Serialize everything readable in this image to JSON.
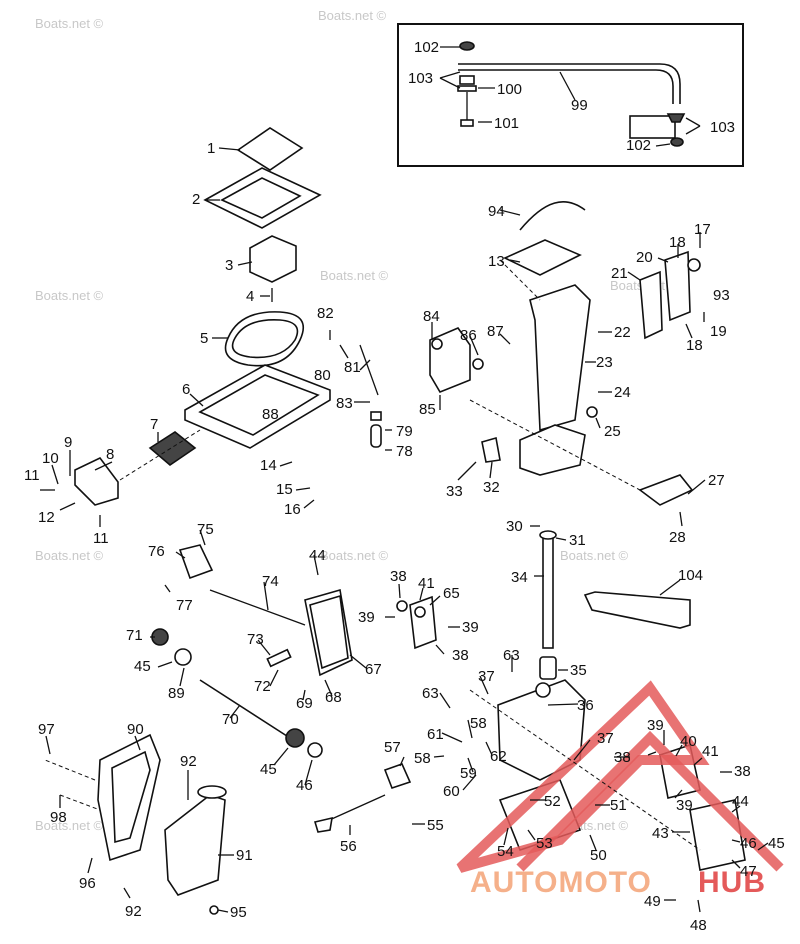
{
  "watermark": "Boats.net ©",
  "logo": {
    "part1": "AUTOMOTO",
    "part2": "HUB",
    "color_main": "#f5b08a",
    "color_accent": "#e45a5a"
  },
  "callouts": {
    "n1": "1",
    "n2": "2",
    "n3": "3",
    "n4": "4",
    "n5": "5",
    "n6": "6",
    "n7": "7",
    "n8": "8",
    "n9": "9",
    "n10": "10",
    "n11": "11",
    "n12": "12",
    "n13": "13",
    "n14": "14",
    "n15": "15",
    "n16": "16",
    "n17": "17",
    "n18": "18",
    "n19": "19",
    "n20": "20",
    "n21": "21",
    "n22": "22",
    "n23": "23",
    "n24": "24",
    "n25": "25",
    "n27": "27",
    "n28": "28",
    "n30": "30",
    "n31": "31",
    "n32": "32",
    "n33": "33",
    "n34": "34",
    "n35": "35",
    "n36": "36",
    "n37": "37",
    "n38": "38",
    "n39": "39",
    "n40": "40",
    "n41": "41",
    "n43": "43",
    "n44": "44",
    "n45": "45",
    "n46": "46",
    "n47": "47",
    "n48": "48",
    "n49": "49",
    "n50": "50",
    "n51": "51",
    "n52": "52",
    "n53": "53",
    "n54": "54",
    "n55": "55",
    "n56": "56",
    "n57": "57",
    "n58": "58",
    "n59": "59",
    "n60": "60",
    "n61": "61",
    "n62": "62",
    "n63": "63",
    "n65": "65",
    "n67": "67",
    "n68": "68",
    "n69": "69",
    "n70": "70",
    "n71": "71",
    "n72": "72",
    "n73": "73",
    "n74": "74",
    "n75": "75",
    "n76": "76",
    "n77": "77",
    "n78": "78",
    "n79": "79",
    "n80": "80",
    "n81": "81",
    "n82": "82",
    "n83": "83",
    "n84": "84",
    "n85": "85",
    "n86": "86",
    "n87": "87",
    "n88": "88",
    "n89": "89",
    "n90": "90",
    "n91": "91",
    "n92": "92",
    "n93": "93",
    "n94": "94",
    "n95": "95",
    "n96": "96",
    "n97": "97",
    "n98": "98",
    "n99": "99",
    "n100": "100",
    "n101": "101",
    "n102": "102",
    "n103": "103",
    "n104": "104"
  }
}
